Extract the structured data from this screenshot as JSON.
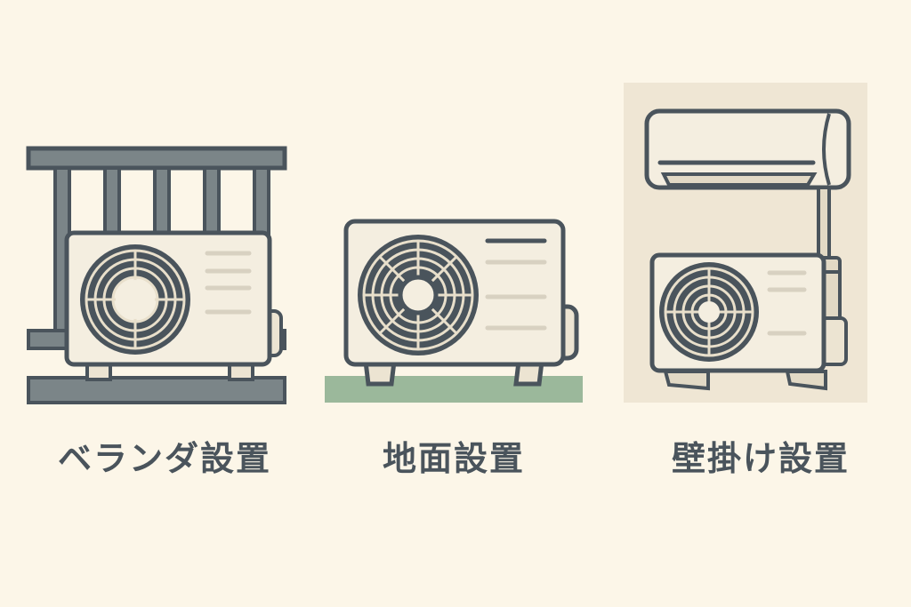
{
  "colors": {
    "background": "#fcf6e8",
    "outline": "#4a545c",
    "rail_fill": "#7b8588",
    "unit_fill": "#f4eee0",
    "stripe": "#d8d1c1",
    "ground": "#9bb89b",
    "wall_bg": "#efe6d4"
  },
  "panels": [
    {
      "id": "veranda",
      "label": "ベランダ設置",
      "icon": "balcony-outdoor-unit-icon"
    },
    {
      "id": "ground",
      "label": "地面設置",
      "icon": "ground-outdoor-unit-icon"
    },
    {
      "id": "wall",
      "label": "壁掛け設置",
      "icon": "wall-mounted-unit-icon"
    }
  ]
}
